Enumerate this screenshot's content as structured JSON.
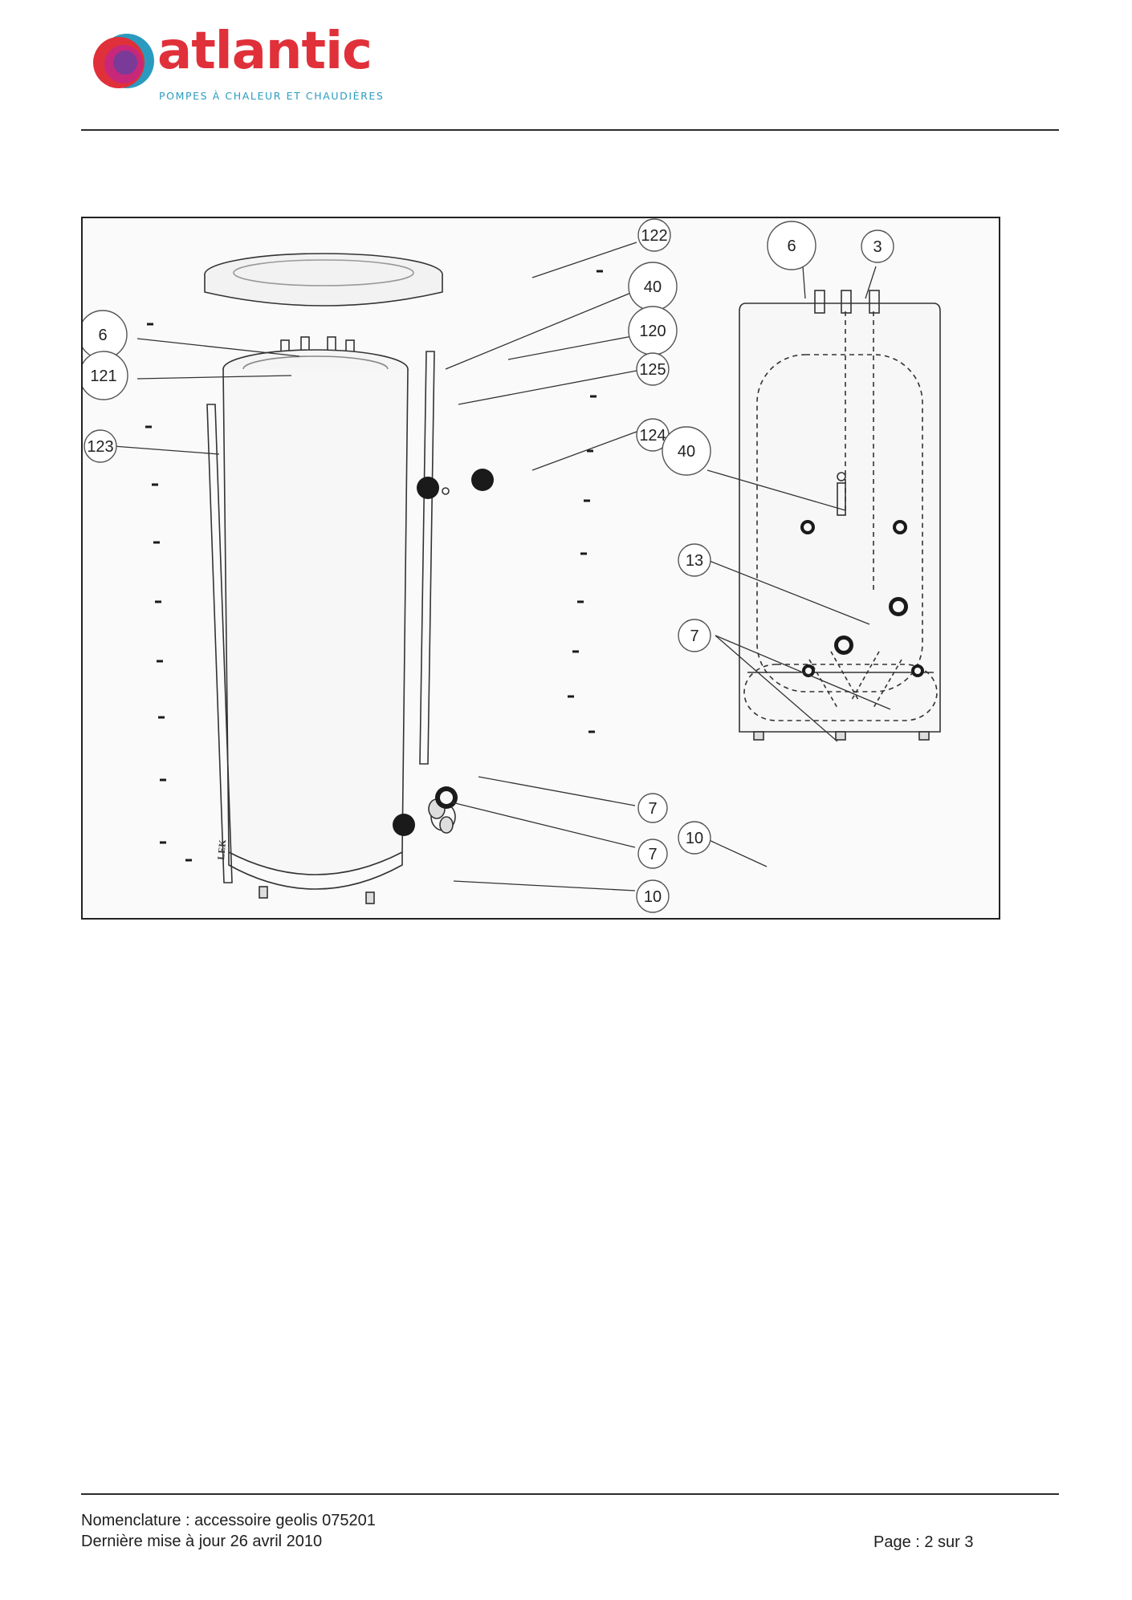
{
  "header": {
    "brand_name": "atlantic",
    "brand_tagline": "POMPES À CHALEUR ET CHAUDIÈRES",
    "brand_colors": {
      "red": "#e0303a",
      "purple": "#7a3a98",
      "magenta": "#c8287a",
      "blue": "#2a9bbf"
    }
  },
  "figure": {
    "callouts": [
      {
        "id": "c122",
        "label": "122"
      },
      {
        "id": "c40a",
        "label": "40"
      },
      {
        "id": "c6a",
        "label": "6"
      },
      {
        "id": "c120",
        "label": "120"
      },
      {
        "id": "c121",
        "label": "121"
      },
      {
        "id": "c125",
        "label": "125"
      },
      {
        "id": "c123",
        "label": "123"
      },
      {
        "id": "c124",
        "label": "124"
      },
      {
        "id": "c7a",
        "label": "7"
      },
      {
        "id": "c7b",
        "label": "7"
      },
      {
        "id": "c10a",
        "label": "10"
      },
      {
        "id": "c6b",
        "label": "6"
      },
      {
        "id": "c3",
        "label": "3"
      },
      {
        "id": "c40b",
        "label": "40"
      },
      {
        "id": "c13",
        "label": "13"
      },
      {
        "id": "c7c",
        "label": "7"
      },
      {
        "id": "c10b",
        "label": "10"
      }
    ],
    "panel_marking": "LEK"
  },
  "footer": {
    "nomenclature": "Nomenclature : accessoire geolis 075201",
    "updated": "Dernière mise à jour 26 avril 2010",
    "page": "Page : 2 sur 3"
  }
}
